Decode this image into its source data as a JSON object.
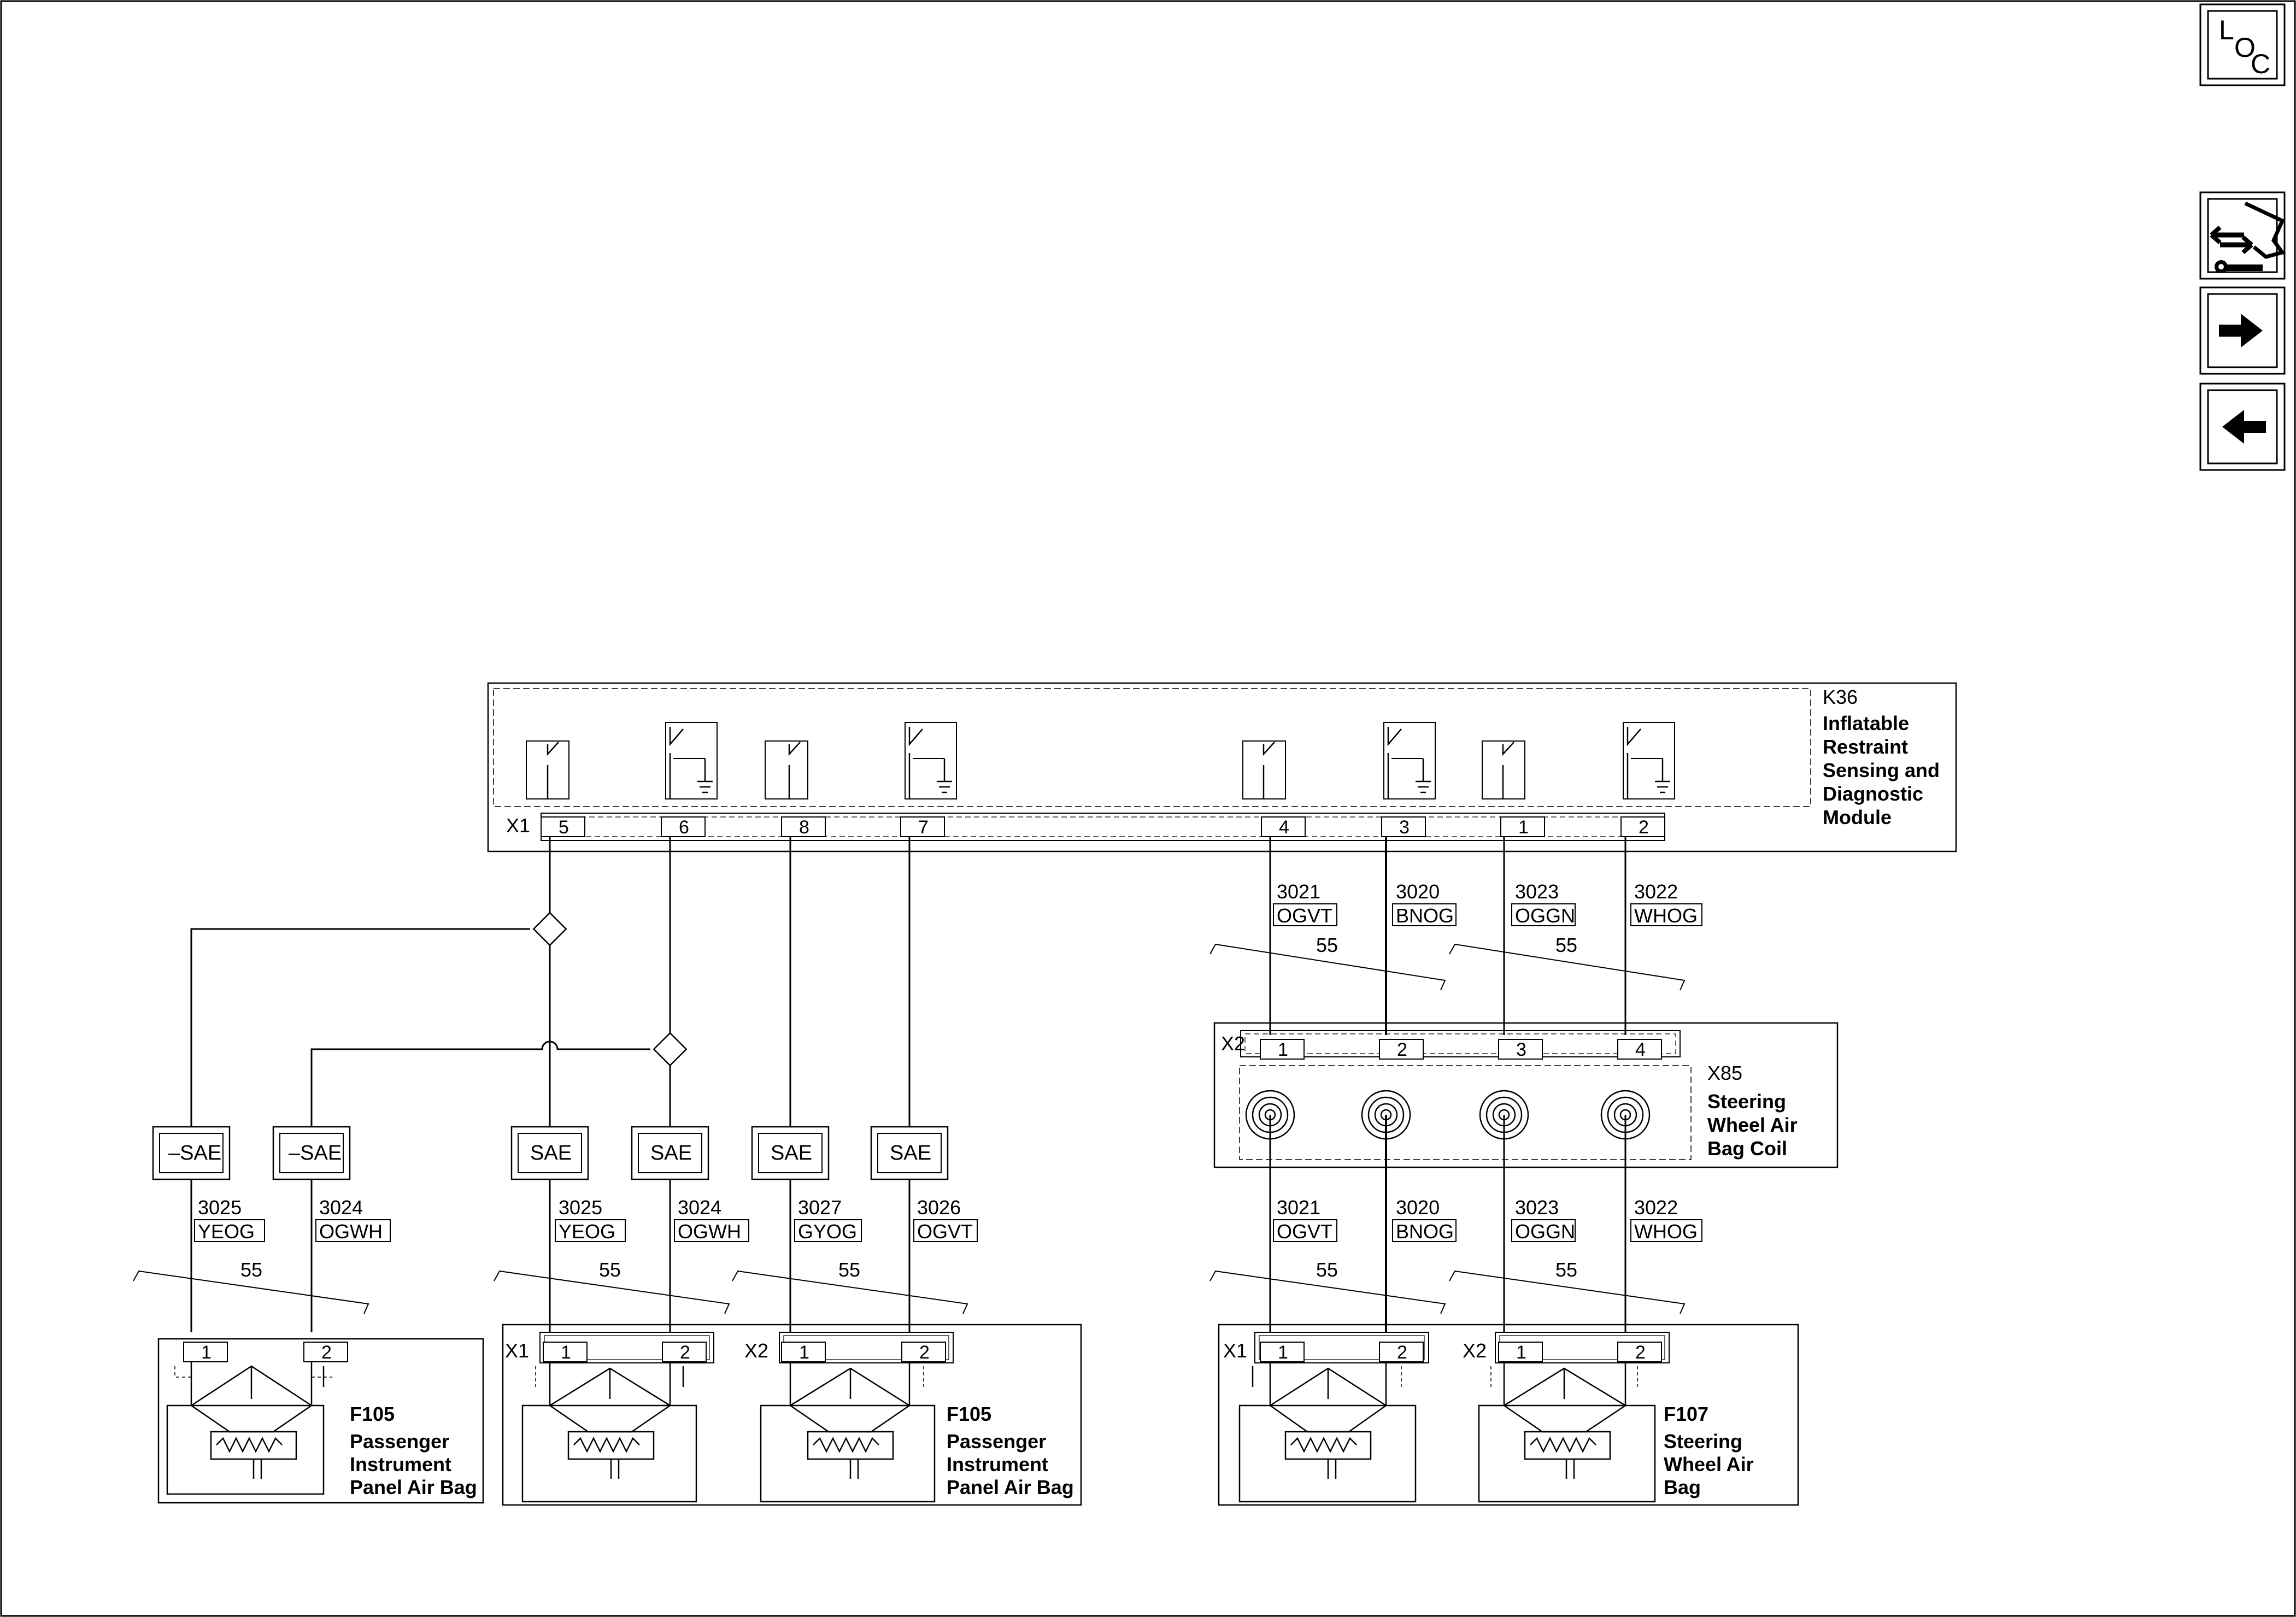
{
  "nav": {
    "loc": {
      "l": "L",
      "o": "O",
      "c": "C"
    }
  },
  "k36": {
    "id": "K36",
    "name_lines": [
      "Inflatable",
      "Restraint",
      "Sensing and",
      "Diagnostic",
      "Module"
    ],
    "connector": "X1",
    "pins": [
      "5",
      "6",
      "8",
      "7",
      "4",
      "3",
      "1",
      "2"
    ]
  },
  "wires_top": [
    {
      "circuit": "3021",
      "color": "OGVT"
    },
    {
      "circuit": "3020",
      "color": "BNOG"
    },
    {
      "circuit": "3023",
      "color": "OGGN"
    },
    {
      "circuit": "3022",
      "color": "WHOG"
    }
  ],
  "splice_top": [
    "55",
    "55"
  ],
  "x85": {
    "id": "X85",
    "name_lines": [
      "Steering",
      "Wheel Air",
      "Bag Coil"
    ],
    "connector": "X2",
    "pins": [
      "1",
      "2",
      "3",
      "4"
    ]
  },
  "sae_blocks": [
    "–SAE",
    "–SAE",
    "SAE",
    "SAE",
    "SAE",
    "SAE"
  ],
  "wires_bottom": [
    {
      "circuit": "3025",
      "color": "YEOG"
    },
    {
      "circuit": "3024",
      "color": "OGWH"
    },
    {
      "circuit": "3025",
      "color": "YEOG"
    },
    {
      "circuit": "3024",
      "color": "OGWH"
    },
    {
      "circuit": "3027",
      "color": "GYOG"
    },
    {
      "circuit": "3026",
      "color": "OGVT"
    },
    {
      "circuit": "3021",
      "color": "OGVT"
    },
    {
      "circuit": "3020",
      "color": "BNOG"
    },
    {
      "circuit": "3023",
      "color": "OGGN"
    },
    {
      "circuit": "3022",
      "color": "WHOG"
    }
  ],
  "splice_bottom": [
    "55",
    "55",
    "55",
    "55",
    "55"
  ],
  "f105_a": {
    "id": "F105",
    "name_lines": [
      "Passenger",
      "Instrument",
      "Panel Air Bag"
    ],
    "pins": [
      "1",
      "2"
    ]
  },
  "f105_b": {
    "id": "F105",
    "name_lines": [
      "Passenger",
      "Instrument",
      "Panel Air Bag"
    ],
    "connectors": [
      "X1",
      "X2"
    ],
    "pins": [
      "1",
      "2",
      "1",
      "2"
    ]
  },
  "f107": {
    "id": "F107",
    "name_lines": [
      "Steering",
      "Wheel Air",
      "Bag"
    ],
    "connectors": [
      "X1",
      "X2"
    ],
    "pins": [
      "1",
      "2",
      "1",
      "2"
    ]
  }
}
